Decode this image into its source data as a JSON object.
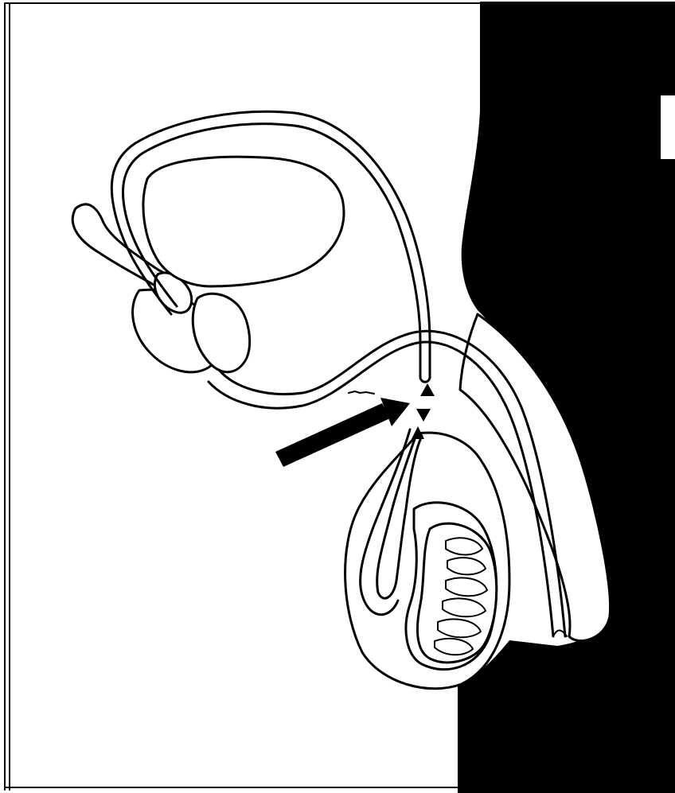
{
  "diagram": {
    "colors": {
      "background": "#ffffff",
      "ink": "#000000",
      "shadow_panel": "#000000"
    },
    "parts": [
      "frame-border",
      "body-shadow-panel",
      "bladder",
      "seminal-vesicle",
      "prostate",
      "vas-deferens",
      "urethra",
      "penis",
      "scrotum",
      "epididymis",
      "testis",
      "vasectomy-cut-ends",
      "pointer-arrow"
    ]
  }
}
